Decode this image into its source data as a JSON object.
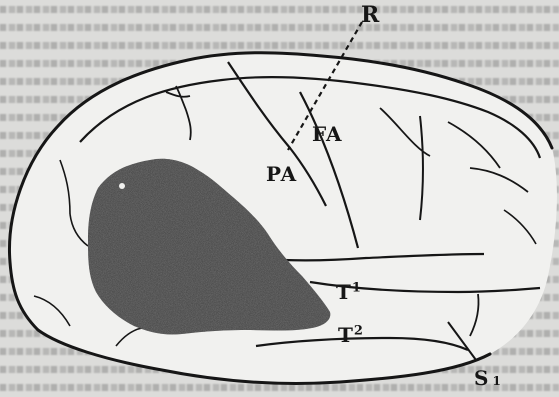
{
  "figure": {
    "labels": {
      "r": "R",
      "fa": "FA",
      "pa": "PA",
      "t1_base": "T",
      "t1_sup": "1",
      "t2_base": "T",
      "t2_sup": "2",
      "s_base": "S",
      "s_sub": "1"
    },
    "colors": {
      "paper": "#dcdcda",
      "ink": "#161616",
      "lesion": "#4a4a4a"
    }
  }
}
